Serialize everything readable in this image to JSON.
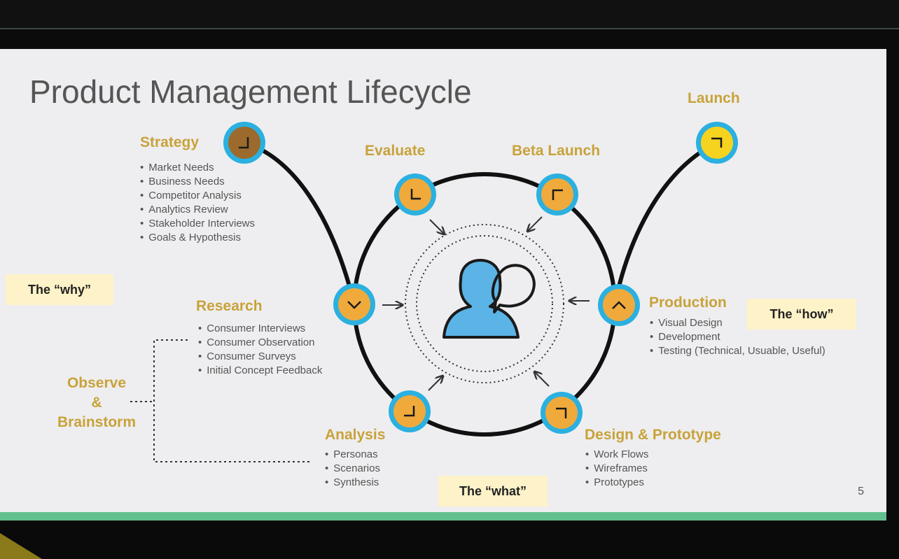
{
  "slide": {
    "title": "Product Management Lifecycle",
    "page_number": "5"
  },
  "stages": {
    "strategy": {
      "label": "Strategy",
      "items": [
        "Market Needs",
        "Business Needs",
        "Competitor Analysis",
        "Analytics Review",
        "Stakeholder Interviews",
        "Goals & Hypothesis"
      ]
    },
    "research": {
      "label": "Research",
      "items": [
        "Consumer Interviews",
        "Consumer Observation",
        "Consumer Surveys",
        "Initial Concept Feedback"
      ]
    },
    "analysis": {
      "label": "Analysis",
      "items": [
        "Personas",
        "Scenarios",
        "Synthesis"
      ]
    },
    "design": {
      "label": "Design & Prototype",
      "items": [
        "Work Flows",
        "Wireframes",
        "Prototypes"
      ]
    },
    "production": {
      "label": "Production",
      "items": [
        "Visual Design",
        "Development",
        "Testing (Technical, Usuable, Useful)"
      ]
    },
    "beta": {
      "label": "Beta Launch"
    },
    "evaluate": {
      "label": "Evaluate"
    },
    "launch": {
      "label": "Launch"
    }
  },
  "tags": {
    "why": "The “why”",
    "how": "The “how”",
    "what": "The “what”"
  },
  "observe": {
    "line1": "Observe",
    "line2": "&",
    "line3": "Brainstorm"
  },
  "colors": {
    "accent_gold": "#c8a23a",
    "node_orange": "#f0aa3c",
    "node_ring": "#2bb0e0",
    "strategy_brown": "#9b6a2c",
    "launch_yellow": "#f6d31e",
    "person_blue": "#5bb3e6",
    "tag_bg": "#fdf2c8"
  }
}
